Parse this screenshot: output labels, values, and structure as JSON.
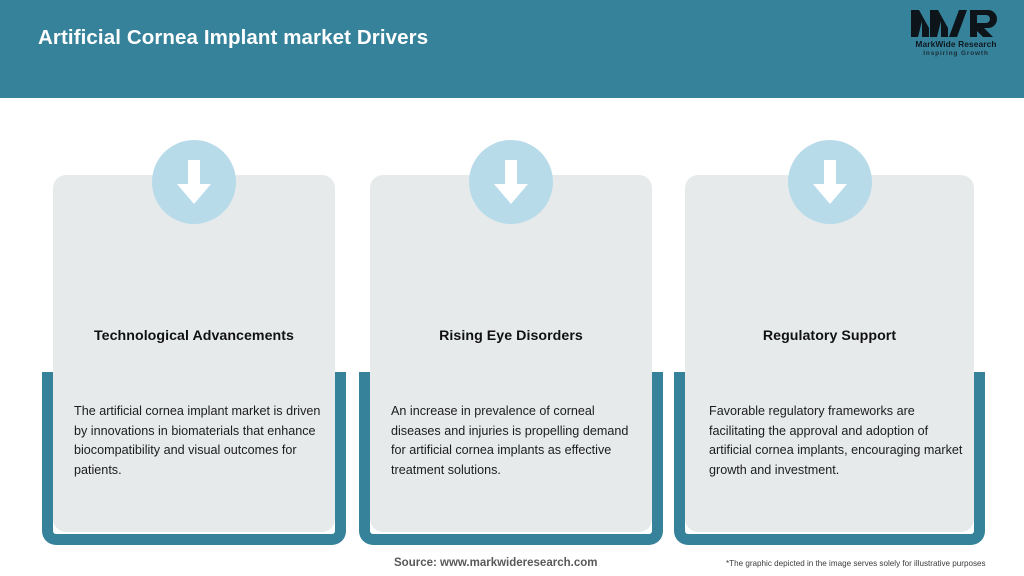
{
  "header": {
    "title": "Artificial Cornea Implant market Drivers",
    "background_color": "#35829a",
    "title_color": "#ffffff"
  },
  "logo": {
    "mark": "MWR",
    "name": "MarkWide Research",
    "tagline": "Inspiring Growth"
  },
  "cards": [
    {
      "icon": "down-arrow-icon",
      "title": "Technological Advancements",
      "body": "The artificial cornea implant market is driven by innovations in biomaterials that enhance biocompatibility and visual outcomes for patients."
    },
    {
      "icon": "down-arrow-icon",
      "title": "Rising Eye Disorders",
      "body": "An increase in prevalence of corneal diseases and injuries is propelling demand for artificial cornea implants as effective treatment solutions."
    },
    {
      "icon": "down-arrow-icon",
      "title": "Regulatory Support",
      "body": "Favorable regulatory frameworks are facilitating the approval and adoption of artificial cornea implants, encouraging market growth and investment."
    }
  ],
  "footer": {
    "source": "Source: www.markwideresearch.com",
    "disclaimer": "*The graphic depicted in the image serves solely for illustrative purposes"
  },
  "colors": {
    "accent_teal": "#35829a",
    "icon_circle": "#b8dbea",
    "card_surface": "#e7eaeb",
    "page_background": "#ffffff"
  }
}
